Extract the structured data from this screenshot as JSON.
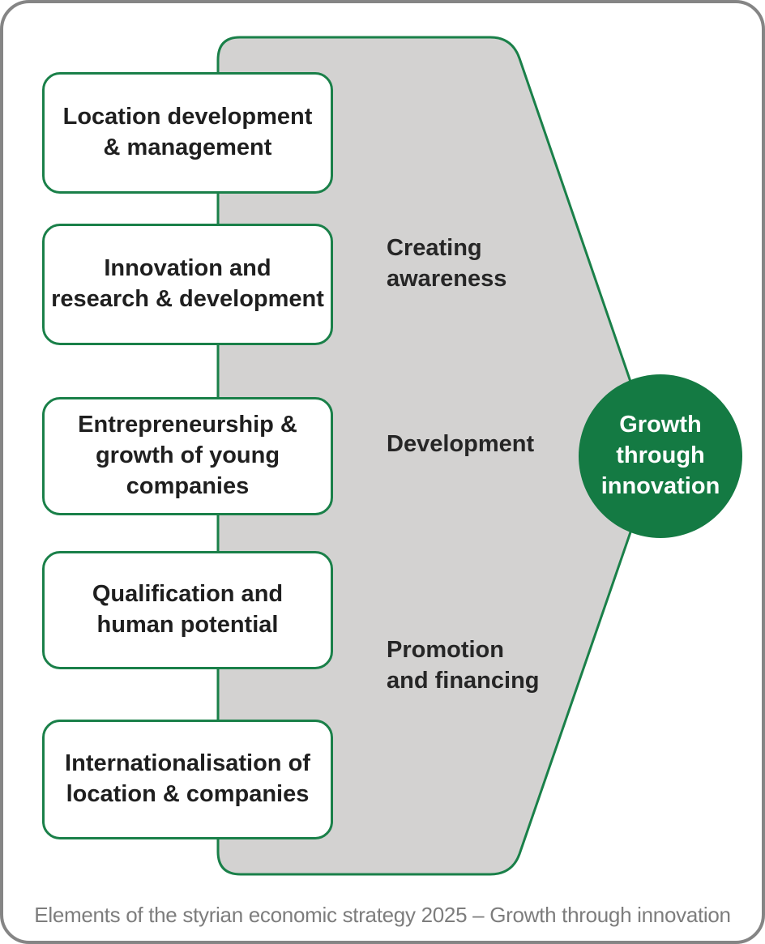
{
  "diagram": {
    "boxes": [
      {
        "label": "Location development\n& management"
      },
      {
        "label": "Innovation and\nresearch & development"
      },
      {
        "label": "Entrepreneurship &\ngrowth of young\ncompanies"
      },
      {
        "label": "Qualification and\nhuman potential"
      },
      {
        "label": "Internationalisation of\nlocation & companies"
      }
    ],
    "phases": [
      {
        "label": "Creating\nawareness"
      },
      {
        "label": "Development"
      },
      {
        "label": "Promotion\nand financing"
      }
    ],
    "goal": {
      "label": "Growth\nthrough\ninnovation"
    },
    "caption": "Elements of the styrian economic strategy 2025 – Growth through innovation",
    "colors": {
      "accent_green": "#1a8049",
      "circle_green": "#147a43",
      "funnel_gray": "#d3d2d1",
      "frame_border_gray": "#858585",
      "caption_gray": "#7d7d7d",
      "text_dark": "#1f1f1f"
    }
  }
}
